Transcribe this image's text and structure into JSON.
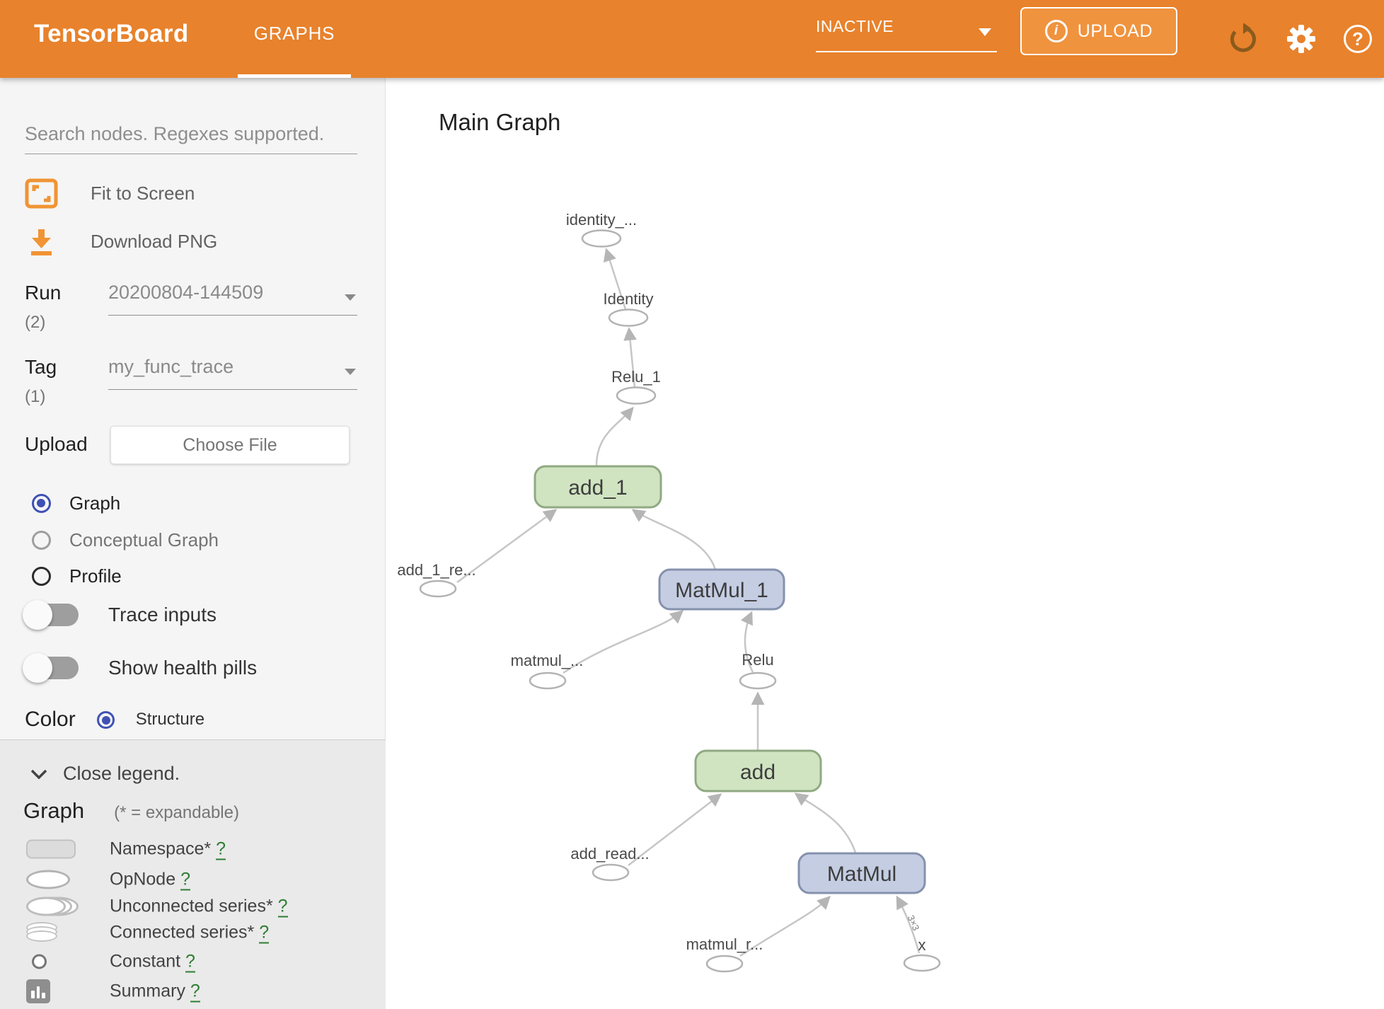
{
  "header": {
    "logo": "TensorBoard",
    "tab": "GRAPHS",
    "status": "INACTIVE",
    "upload_label": "UPLOAD",
    "info_glyph": "i",
    "help_glyph": "?"
  },
  "sidebar": {
    "search_placeholder": "Search nodes. Regexes supported.",
    "fit_to_screen": "Fit to Screen",
    "download_png": "Download PNG",
    "run": {
      "label": "Run",
      "count": "(2)",
      "value": "20200804-144509"
    },
    "tag": {
      "label": "Tag",
      "count": "(1)",
      "value": "my_func_trace"
    },
    "upload": {
      "label": "Upload",
      "button": "Choose File"
    },
    "graph_type": {
      "graph": "Graph",
      "conceptual": "Conceptual Graph",
      "profile": "Profile"
    },
    "toggles": {
      "trace_inputs": "Trace inputs",
      "health_pills": "Show health pills"
    },
    "color_by": {
      "label": "Color",
      "option": "Structure"
    },
    "legend": {
      "close": "Close legend.",
      "heading": "Graph",
      "note": "(* = expandable)",
      "help": "?",
      "items": [
        {
          "label": "Namespace*"
        },
        {
          "label": "OpNode"
        },
        {
          "label": "Unconnected series*"
        },
        {
          "label": "Connected series*"
        },
        {
          "label": "Constant"
        },
        {
          "label": "Summary"
        }
      ]
    }
  },
  "main": {
    "title": "Main Graph",
    "graph": {
      "edge_shape_label": "3×3",
      "nodes": [
        {
          "label": "identity_...",
          "type": "opnode"
        },
        {
          "label": "Identity",
          "type": "opnode"
        },
        {
          "label": "Relu_1",
          "type": "opnode"
        },
        {
          "label": "add_1",
          "type": "namespace-green"
        },
        {
          "label": "add_1_re...",
          "type": "opnode"
        },
        {
          "label": "MatMul_1",
          "type": "namespace-blue"
        },
        {
          "label": "matmul_...",
          "type": "opnode"
        },
        {
          "label": "Relu",
          "type": "opnode"
        },
        {
          "label": "add",
          "type": "namespace-green"
        },
        {
          "label": "add_read...",
          "type": "opnode"
        },
        {
          "label": "MatMul",
          "type": "namespace-blue"
        },
        {
          "label": "matmul_r...",
          "type": "opnode"
        },
        {
          "label": "x",
          "type": "opnode"
        }
      ]
    }
  },
  "colors": {
    "header_bg": "#e8822c",
    "accent_orange": "#f09434",
    "radio_blue": "#3f51b5",
    "node_green_fill": "#d0e4c1",
    "node_green_border": "#90a982",
    "node_blue_fill": "#c4cde2",
    "node_blue_border": "#8591ad",
    "edge_gray": "#c6c6c6",
    "help_green": "#2e7d32"
  }
}
